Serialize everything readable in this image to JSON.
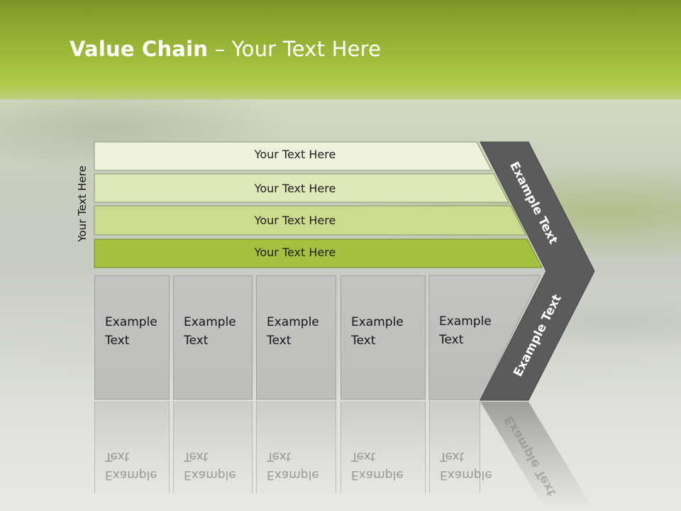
{
  "title": {
    "bold": "Value Chain",
    "rest": " – Your Text Here"
  },
  "side_label": "Your Text Here",
  "bands": [
    {
      "label": "Your Text Here",
      "color": "#eef2dc"
    },
    {
      "label": "Your Text Here",
      "color": "#dfe8b9"
    },
    {
      "label": "Your Text Here",
      "color": "#ccdb8e"
    },
    {
      "label": "Your Text Here",
      "color": "#a6c13f"
    }
  ],
  "boxes": [
    {
      "line1": "Example",
      "line2": "Text"
    },
    {
      "line1": "Example",
      "line2": "Text"
    },
    {
      "line1": "Example",
      "line2": "Text"
    },
    {
      "line1": "Example",
      "line2": "Text"
    },
    {
      "line1": "Example",
      "line2": "Text"
    }
  ],
  "chevron": {
    "upper_label": "Example Text",
    "lower_label": "Example Text",
    "color": "#5b5b5b"
  },
  "colors": {
    "header": "#8eaa30",
    "box": "#c0c1bf"
  }
}
